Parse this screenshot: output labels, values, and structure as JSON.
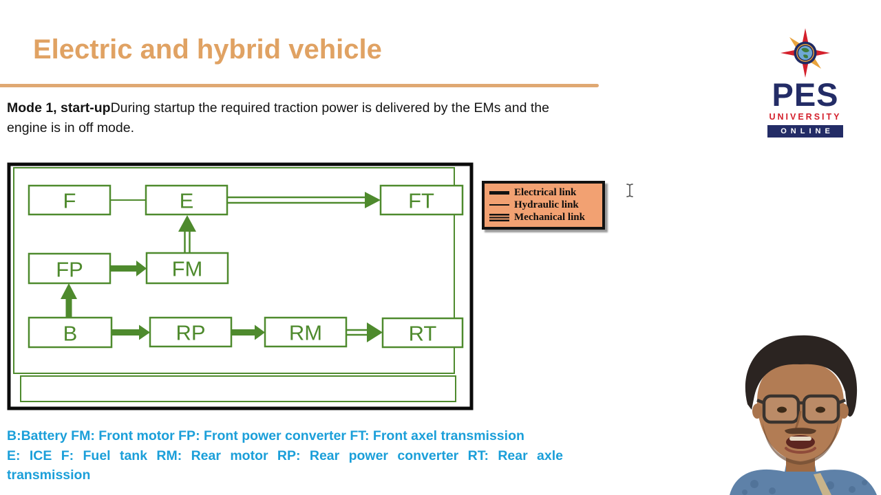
{
  "slide": {
    "title": "Electric and hybrid vehicle",
    "accent_color": "#DFA872",
    "mode_label": "Mode 1, start-up",
    "mode_description": "During startup the required traction power is delivered by the EMs and the engine is in off mode."
  },
  "diagram": {
    "link_color": "#4E8A2D",
    "boxes": {
      "f": "F",
      "e": "E",
      "ft": "FT",
      "fp": "FP",
      "fm": "FM",
      "b": "B",
      "rp": "RP",
      "rm": "RM",
      "rt": "RT"
    }
  },
  "legend": {
    "bg_color": "#F2A172",
    "items": [
      {
        "swatch": "thick-line",
        "label": "Electrical link"
      },
      {
        "swatch": "thin-line",
        "label": "Hydraulic link"
      },
      {
        "swatch": "triple-line",
        "label": "Mechanical link"
      }
    ]
  },
  "abbreviations": {
    "color": "#1B9FD9",
    "line1": "B:Battery FM: Front motor FP: Front power converter FT: Front axel transmission",
    "line2": "E: ICE F: Fuel tank RM: Rear motor RP: Rear power converter RT: Rear axle",
    "line3": "transmission"
  },
  "logo": {
    "name": "PES",
    "subtitle": "UNIVERSITY",
    "badge": "ONLINE"
  }
}
